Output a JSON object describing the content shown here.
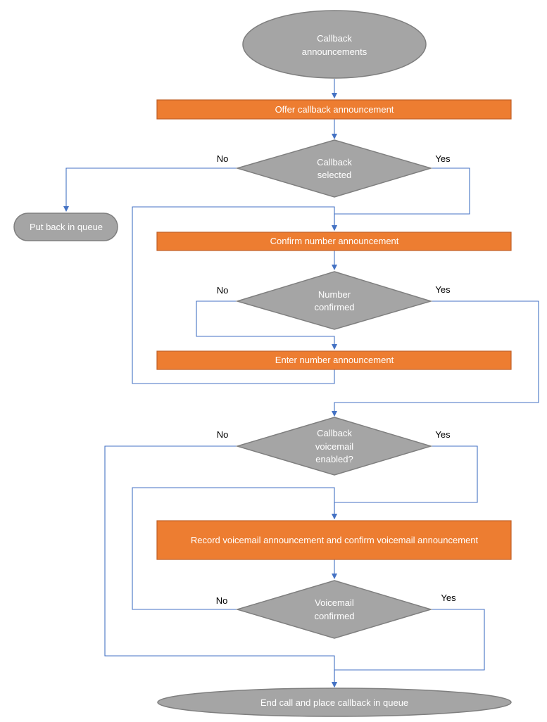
{
  "colors": {
    "process_fill": "#ed7d31",
    "decision_fill": "#a5a5a5",
    "terminal_fill": "#a5a5a5",
    "connector": "#4472c4",
    "node_text": "#ffffff",
    "branch_text": "#000000"
  },
  "nodes": {
    "start": {
      "type": "terminal",
      "lines": [
        "Callback",
        "announcements"
      ]
    },
    "offer": {
      "type": "process",
      "text": "Offer callback announcement"
    },
    "callback_selected": {
      "type": "decision",
      "lines": [
        "Callback",
        "selected"
      ],
      "no": "No",
      "yes": "Yes"
    },
    "put_back": {
      "type": "terminal",
      "text": "Put back in queue"
    },
    "confirm_number": {
      "type": "process",
      "text": "Confirm number announcement"
    },
    "number_confirmed": {
      "type": "decision",
      "lines": [
        "Number",
        "confirmed"
      ],
      "no": "No",
      "yes": "Yes"
    },
    "enter_number": {
      "type": "process",
      "text": "Enter number announcement"
    },
    "voicemail_enabled": {
      "type": "decision",
      "lines": [
        "Callback",
        "voicemail",
        "enabled?"
      ],
      "no": "No",
      "yes": "Yes"
    },
    "record_voicemail": {
      "type": "process",
      "text": "Record voicemail announcement and confirm voicemail announcement"
    },
    "voicemail_confirmed": {
      "type": "decision",
      "lines": [
        "Voicemail",
        "confirmed"
      ],
      "no": "No",
      "yes": "Yes"
    },
    "end": {
      "type": "terminal",
      "text": "End call and place callback in queue"
    }
  }
}
